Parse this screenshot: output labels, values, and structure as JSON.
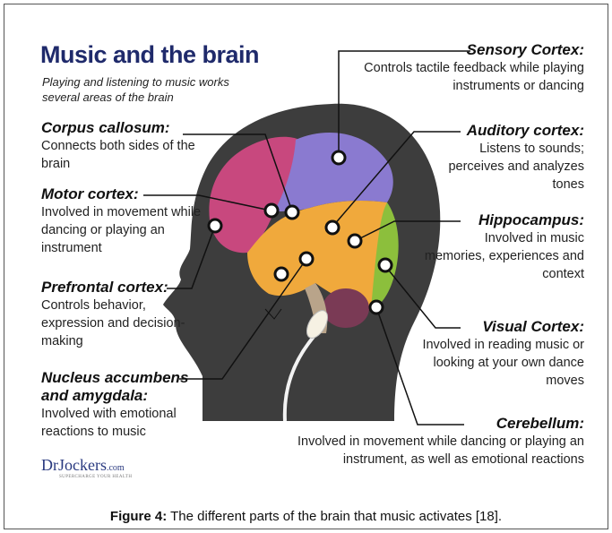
{
  "header": {
    "title": "Music and the brain",
    "subtitle": "Playing and listening to music works several areas of the brain"
  },
  "labels": {
    "corpus": {
      "heading": "Corpus callosum:",
      "desc": "Connects both sides of the brain"
    },
    "motor": {
      "heading": "Motor cortex:",
      "desc": "Involved in movement while dancing or playing an instrument"
    },
    "prefrontal": {
      "heading": "Prefrontal cortex:",
      "desc": "Controls behavior, expression and decision-making"
    },
    "nucleus": {
      "heading": "Nucleus accumbens and amygdala:",
      "desc": "Involved with emotional reactions to music"
    },
    "sensory": {
      "heading": "Sensory Cortex:",
      "desc": "Controls tactile feedback while playing instruments or dancing"
    },
    "auditory": {
      "heading": "Auditory cortex:",
      "desc": "Listens to sounds; perceives and analyzes tones"
    },
    "hippocampus": {
      "heading": "Hippocampus:",
      "desc": "Involved in music memories, experiences and context"
    },
    "visual": {
      "heading": "Visual Cortex:",
      "desc": "Involved in reading music or looking at your own dance moves"
    },
    "cerebellum": {
      "heading": "Cerebellum:",
      "desc": "Involved in movement while dancing or playing an instrument, as well as emotional reactions"
    }
  },
  "logo": {
    "text": "DrJockers",
    "suffix": ".com",
    "tagline": "SUPERCHARGE YOUR HEALTH"
  },
  "caption": {
    "label": "Figure 4:",
    "text": " The different parts of the brain that music activates [18]."
  },
  "colors": {
    "title": "#1f2a6b",
    "head_silhouette": "#3d3d3d",
    "frontal_pink": "#c8487e",
    "parietal_purple": "#8a7ad0",
    "temporal_orange": "#f0a93c",
    "occipital_green": "#8cbf3c",
    "cerebellum_maroon": "#7a3a55"
  }
}
